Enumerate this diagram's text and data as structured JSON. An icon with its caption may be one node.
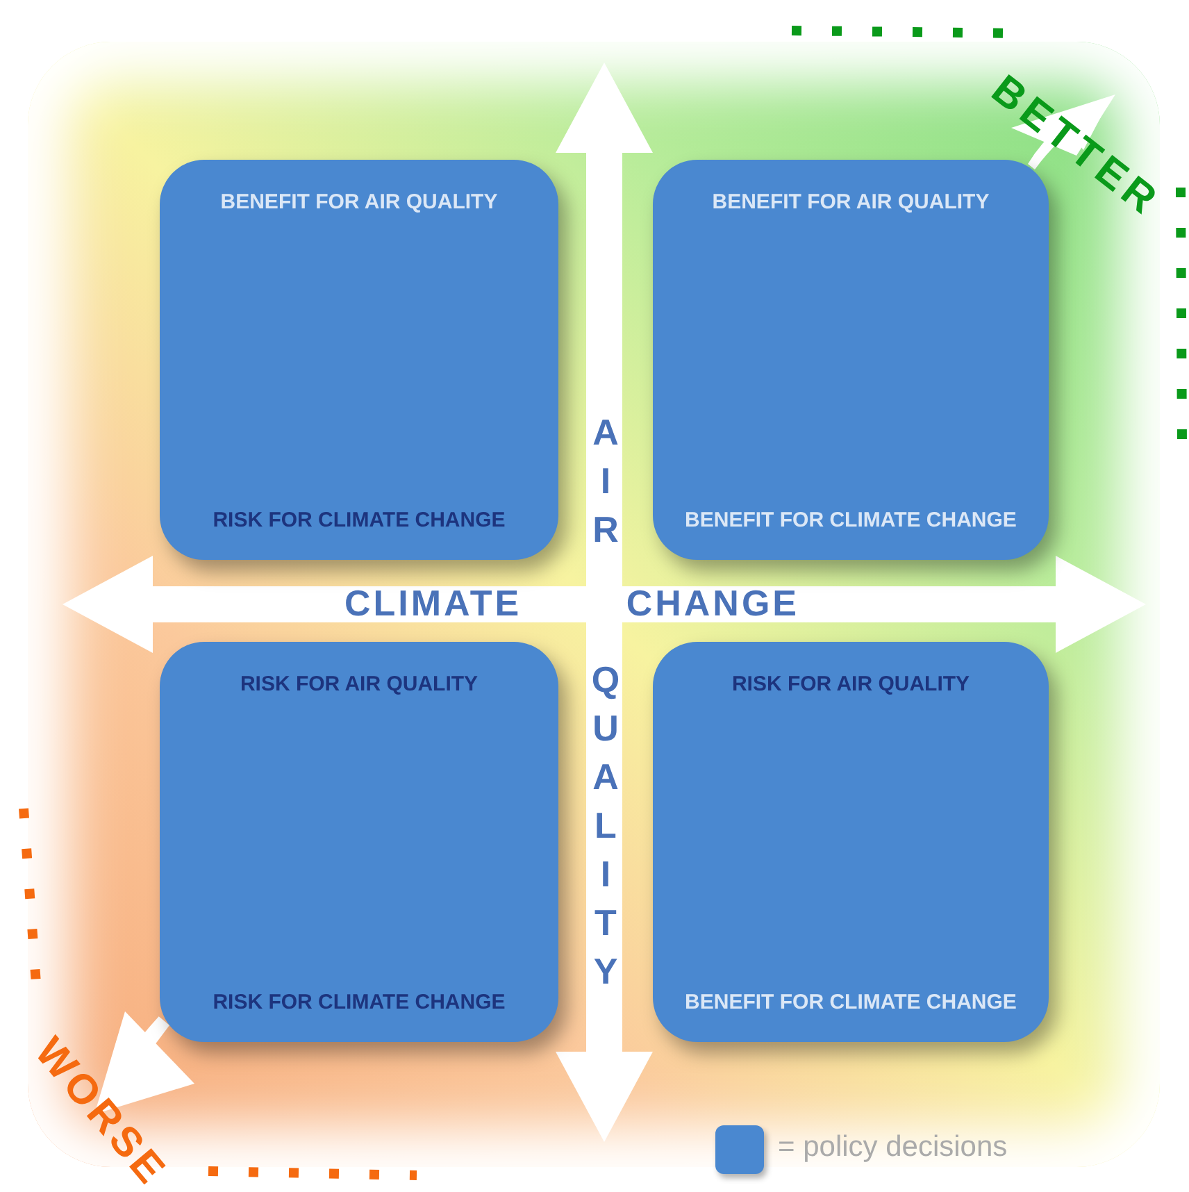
{
  "diagram": {
    "nodes": [
      {
        "text": [
          "BENEFIT FOR AIR QUALITY",
          "RISK FOR CLIMATE CHANGE"
        ]
      },
      {
        "text": [
          "BENEFIT FOR AIR QUALITY",
          "BENEFIT FOR CLIMATE CHANGE"
        ]
      },
      {
        "text": [
          "RISK FOR AIR QUALITY",
          "RISK FOR CLIMATE CHANGE"
        ]
      },
      {
        "text": [
          "RISK FOR AIR QUALITY",
          "BENEFIT FOR CLIMATE CHANGE"
        ]
      }
    ],
    "labels": [
      "BETTER",
      "AIR QUALITY",
      "CLIMATE CHANGE",
      "WORSE"
    ],
    "legend": [
      {
        "text": "= policy decisions",
        "color": "#4a88d0"
      }
    ]
  }
}
